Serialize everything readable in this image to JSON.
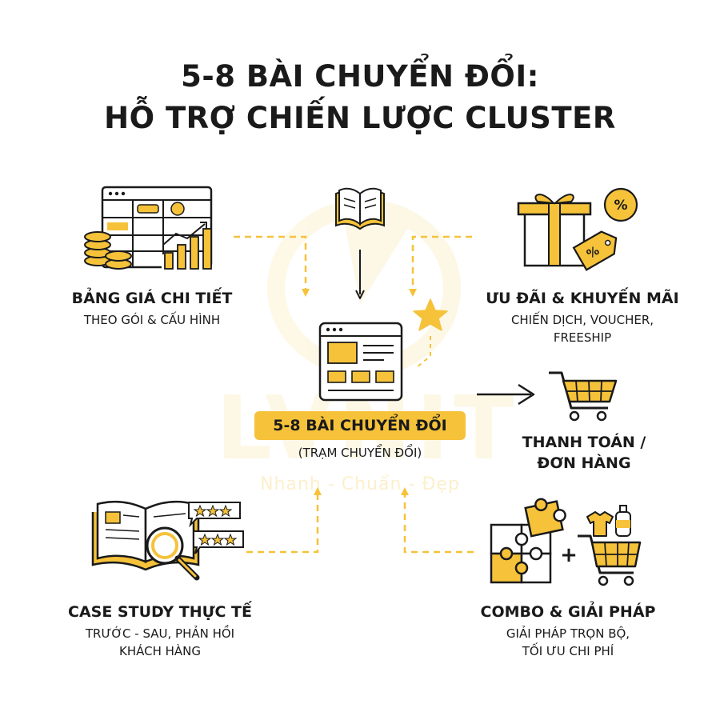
{
  "title": {
    "line1": "5-8 BÀI CHUYỂN ĐỔI:",
    "line2": "HỖ TRỢ CHIẾN LƯỢC CLUSTER"
  },
  "watermark": {
    "brand": "LVNIT",
    "slogan": "Nhanh - Chuẩn - Đẹp"
  },
  "center": {
    "label": "5-8 BÀI CHUYỂN ĐỔI",
    "sub": "(TRẠM CHUYỂN ĐỔI)"
  },
  "nodes": {
    "pricing": {
      "head": "BẢNG GIÁ CHI TIẾT",
      "sub1": "THEO GÓI & CẤU HÌNH"
    },
    "promo": {
      "head": "ƯU ĐÃI & KHUYẾN MÃI",
      "sub1": "CHIẾN DỊCH, VOUCHER,",
      "sub2": "FREESHIP"
    },
    "checkout": {
      "head1": "THANH TOÁN /",
      "head2": "ĐƠN HÀNG"
    },
    "case_study": {
      "head": "CASE STUDY THỰC TẾ",
      "sub1": "TRƯỚC - SAU, PHẢN HỒI",
      "sub2": "KHÁCH HÀNG"
    },
    "combo": {
      "head": "COMBO & GIẢI PHÁP",
      "sub1": "GIẢI PHÁP TRỌN BỘ,",
      "sub2": "TỐI ƯU CHI PHÍ"
    }
  },
  "icons": {
    "pricing": "spreadsheet-coins-chart-icon",
    "book": "open-book-icon",
    "promo": "gift-discount-tag-icon",
    "center": "browser-window-icon",
    "star": "star-icon",
    "checkout": "shopping-cart-icon",
    "case_study": "book-magnifier-reviews-icon",
    "combo": "puzzle-plus-cart-icon",
    "combo_plus": "+"
  },
  "colors": {
    "accent": "#F5C23A",
    "ink": "#1a1a1a",
    "background": "#ffffff"
  }
}
